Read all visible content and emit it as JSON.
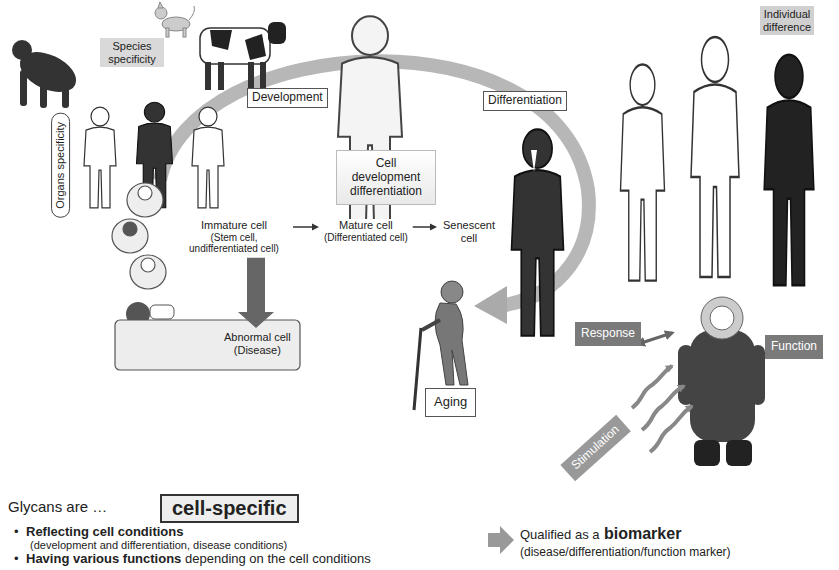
{
  "diagram": {
    "nodes": [
      {
        "text": [
          "Species specificity"
        ]
      },
      {
        "text": [
          "Organs specificity"
        ]
      },
      {
        "text": [
          "Development"
        ]
      },
      {
        "text": [
          "Differentiation"
        ]
      },
      {
        "text": [
          "Individual difference"
        ]
      },
      {
        "text": [
          "Cell development differentiation"
        ]
      },
      {
        "text": [
          "Immature cell",
          "(Stem cell, undifferentiated cell)"
        ]
      },
      {
        "text": [
          "Mature cell",
          "(Differentiated cell)"
        ]
      },
      {
        "text": [
          "Senescent cell"
        ]
      },
      {
        "text": [
          "Response"
        ]
      },
      {
        "text": [
          "Function"
        ]
      },
      {
        "text": [
          "Abnormal cell",
          "(Disease)"
        ]
      },
      {
        "text": [
          "Aging"
        ]
      },
      {
        "text": [
          "Stimulation"
        ]
      },
      {
        "text": [
          "cell-specific"
        ]
      }
    ],
    "edges": [
      {
        "from": 6,
        "to": 7,
        "arrow": "to"
      },
      {
        "from": 7,
        "to": 8,
        "arrow": "to"
      },
      {
        "from": 6,
        "to": 11,
        "arrow": "to"
      }
    ],
    "labels": [
      "Glycans are …",
      "•",
      "Reflecting cell conditions",
      "(development and differentiation, disease conditions)",
      "•",
      "Having various functions",
      "depending on the cell conditions",
      "Qualified as a",
      "biomarker",
      "(disease/differentiation/function marker)"
    ]
  }
}
